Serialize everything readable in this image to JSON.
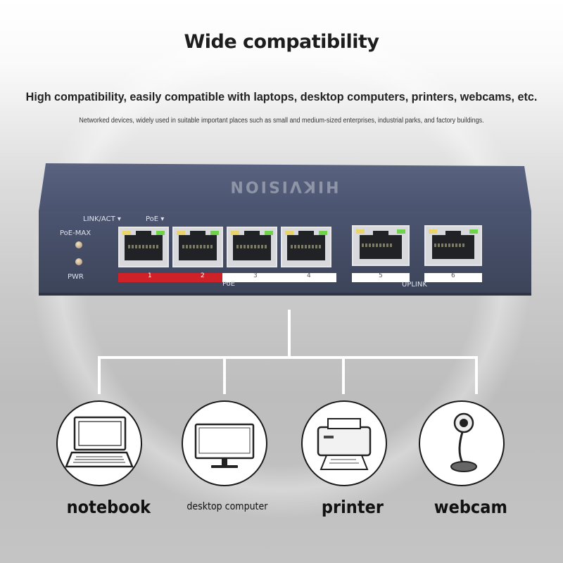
{
  "header": {
    "title": "Wide compatibility",
    "subtitle": "High compatibility, easily compatible with laptops, desktop computers, printers, webcams, etc.",
    "description": "Networked devices, widely used in suitable important places such as small and medium-sized enterprises, industrial parks, and factory buildings."
  },
  "switch": {
    "brand": "HIKVISION",
    "labels": {
      "link_act": "LINK/ACT ▾",
      "poe_led": "PoE ▾",
      "poe_max": "PoE-MAX",
      "pwr": "PWR",
      "poe_group": "PoE",
      "uplink_group": "UPLINK"
    },
    "ports": [
      {
        "number": "1"
      },
      {
        "number": "2"
      },
      {
        "number": "3"
      },
      {
        "number": "4"
      }
    ],
    "uplink_ports": [
      {
        "number": "5"
      },
      {
        "number": "6"
      }
    ]
  },
  "devices": [
    {
      "label": "notebook",
      "icon": "laptop-icon"
    },
    {
      "label": "desktop computer",
      "icon": "monitor-icon"
    },
    {
      "label": "printer",
      "icon": "printer-icon"
    },
    {
      "label": "webcam",
      "icon": "webcam-icon"
    }
  ],
  "colors": {
    "poe_red": "#cf2128",
    "switch_body": "#48516a",
    "link_led": "#6fd24a",
    "act_led": "#e9d36a"
  }
}
